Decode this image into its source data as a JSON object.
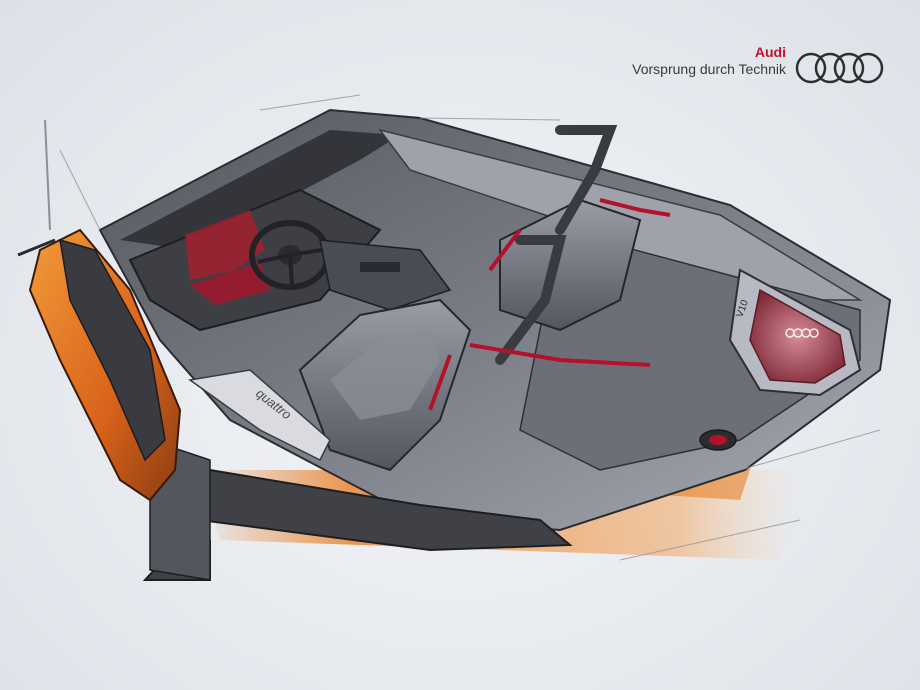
{
  "brand": {
    "name": "Audi",
    "slogan": "Vorsprung durch Technik",
    "accent_color": "#c8102e",
    "logo_icon": "four-rings-logo"
  },
  "sketch": {
    "sill_label": "quattro",
    "engine_badge": "V10"
  },
  "colors": {
    "background": "#e6e9ee",
    "body_dark": "#3d3f45",
    "body_mid": "#6d7079",
    "body_light": "#b9bcc4",
    "orange_accent": "#e87a1c",
    "seat_belt_red": "#b3122a"
  }
}
